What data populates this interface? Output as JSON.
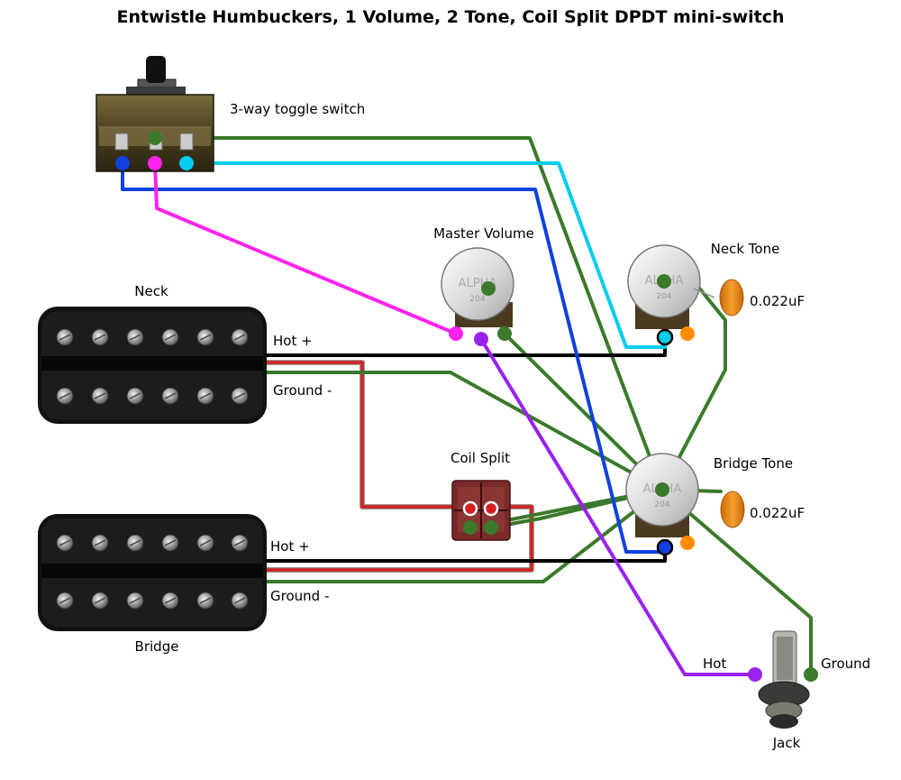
{
  "title": "Entwistle Humbuckers, 1 Volume, 2 Tone, Coil Split DPDT mini-switch",
  "labels": {
    "toggle": "3-way toggle switch",
    "master_volume": "Master Volume",
    "neck_tone": "Neck Tone",
    "neck_cap": "0.022uF",
    "neck_pickup": "Neck",
    "neck_hot": "Hot +",
    "neck_ground": "Ground -",
    "coil_split": "Coil Split",
    "bridge_tone": "Bridge Tone",
    "bridge_cap": "0.022uF",
    "bridge_pickup": "Bridge",
    "bridge_hot": "Hot +",
    "bridge_ground": "Ground -",
    "jack_hot": "Hot",
    "jack_ground": "Ground",
    "jack": "Jack"
  },
  "pot_markings": {
    "brand": "ALPHA",
    "value": "204"
  },
  "colors": {
    "ground_wire": "#3a7a2a",
    "hot_wire": "#000000",
    "neck_wire": "#00ccee",
    "bridge_wire": "#1040e0",
    "toggle_wire": "#ff22ee",
    "output_wire": "#9a22ee",
    "split_wire": "#d42020",
    "capacitor": "#ee8a10",
    "pot_lug": "#ff8c00"
  }
}
